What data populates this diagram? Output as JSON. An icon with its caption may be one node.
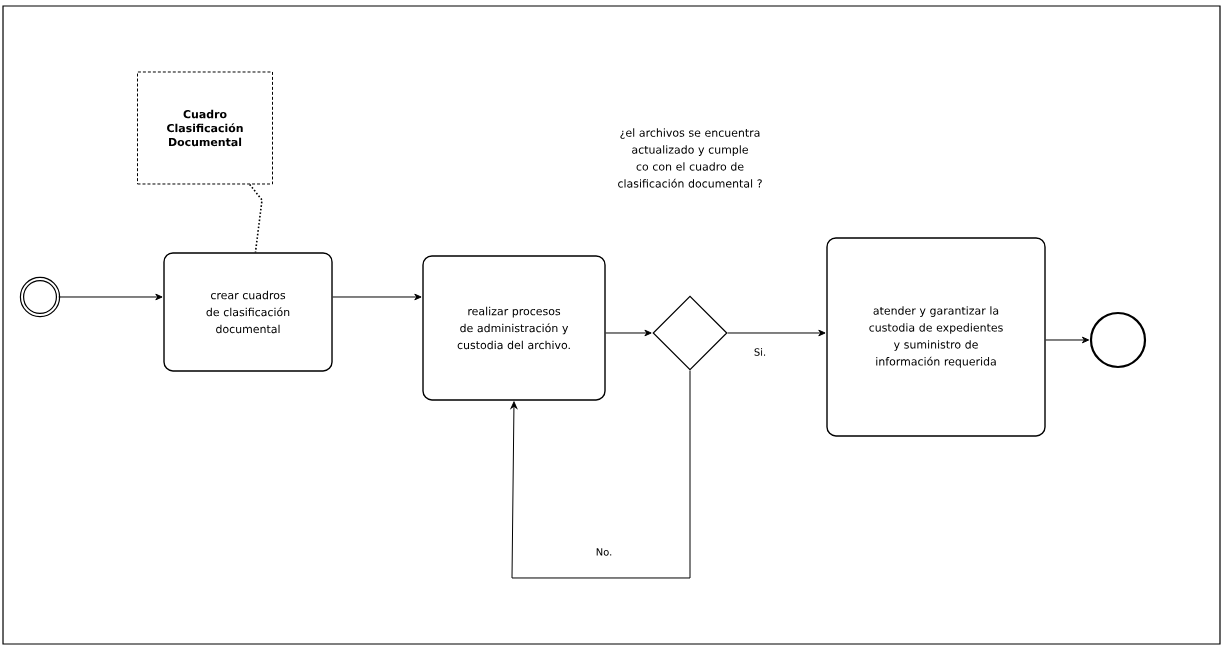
{
  "diagram": {
    "nodes": [
      {
        "text": [
          "Cuadro Clasificación Documental"
        ]
      },
      {
        "text": [],
        "shape": "circle"
      },
      {
        "text": [
          "crear cuadros de clasificación documental"
        ]
      },
      {
        "text": [
          "realizar procesos de administración y custodia del archivo."
        ]
      },
      {
        "text": [],
        "shape": "diamond"
      },
      {
        "text": [
          "atender y garantizar la custodia de expedientes y suministro de información requerida"
        ]
      },
      {
        "text": [],
        "shape": "circle"
      }
    ],
    "edges": [
      {
        "from": 0,
        "to": 2,
        "arrow": "none",
        "style": "dashed"
      },
      {
        "from": 1,
        "to": 2,
        "arrow": "to"
      },
      {
        "from": 2,
        "to": 3,
        "arrow": "to"
      },
      {
        "from": 3,
        "to": 4,
        "arrow": "to"
      },
      {
        "from": 4,
        "to": 5,
        "arrow": "to",
        "label": "Si."
      },
      {
        "from": 4,
        "to": 3,
        "arrow": "to",
        "label": "No."
      },
      {
        "from": 5,
        "to": 6,
        "arrow": "to"
      }
    ],
    "labels": [
      "¿el archivos se encuentra actualizado y cumple co con el cuadro de clasificación documental ?"
    ]
  }
}
